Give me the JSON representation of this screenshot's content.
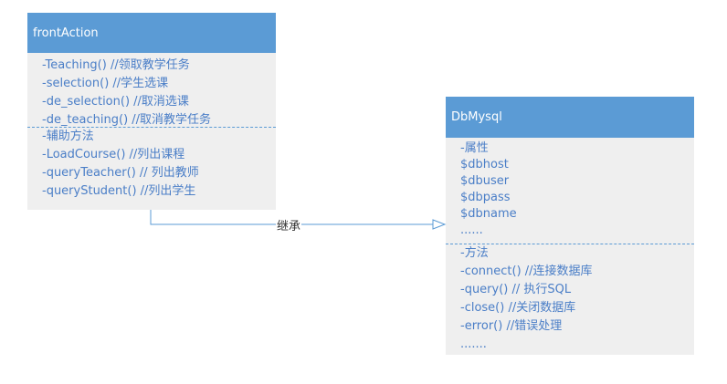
{
  "front_action": {
    "name": "frontAction",
    "primary_methods": [
      "-Teaching()  //领取教学任务",
      "-selection() //学生选课",
      "-de_selection() //取消选课",
      "-de_teaching() //取消教学任务"
    ],
    "helper_methods": [
      "-辅助方法",
      "-LoadCourse() //列出课程",
      "-queryTeacher() // 列出教师",
      "-queryStudent() //列出学生"
    ]
  },
  "db_mysql": {
    "name": "DbMysql",
    "attributes": [
      "-属性",
      "$dbhost",
      "$dbuser",
      "$dbpass",
      "$dbname",
      "......"
    ],
    "methods": [
      "-方法",
      "-connect()  //连接数据库",
      "-query()  // 执行SQL",
      "-close()  //关闭数据库",
      "-error()  //错误处理",
      "......."
    ]
  },
  "relationship": {
    "label": "继承"
  },
  "colors": {
    "header": "#5b9bd5",
    "body": "#efefef",
    "text": "#4a7ec7"
  }
}
